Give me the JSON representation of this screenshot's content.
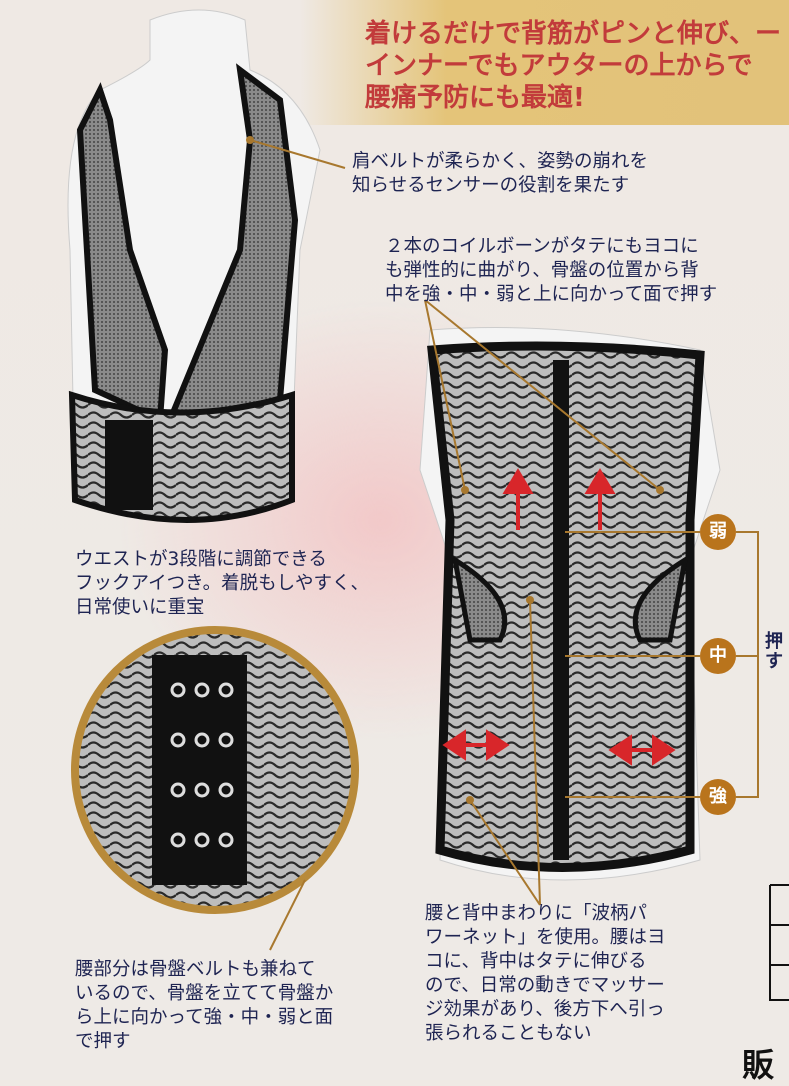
{
  "headline": {
    "lines": [
      "着けるだけで背筋がピンと伸び、ー",
      "インナーでもアウターの上からで",
      "腰痛予防にも最適!"
    ]
  },
  "captions": {
    "shoulder": [
      "肩ベルトが柔らかく、姿勢の崩れを",
      "知らせるセンサーの役割を果たす"
    ],
    "coil": [
      "２本のコイルボーンがタテにもヨコに",
      "も弾性的に曲がり、骨盤の位置から背",
      "中を強・中・弱と上に向かって面で押す"
    ],
    "waist": [
      "ウエストが3段階に調節できる",
      "フックアイつき。着脱もしやすく、",
      "日常使いに重宝"
    ],
    "pelvis": [
      "腰部分は骨盤ベルトも兼ねて",
      "いるので、骨盤を立てて骨盤か",
      "ら上に向かって強・中・弱と面",
      "で押す"
    ],
    "net": [
      "腰と背中まわりに「波柄パ",
      "ワーネット」を使用。腰はヨ",
      "コに、背中はタテに伸びる",
      "ので、日常の動きでマッサー",
      "ジ効果があり、後方下へ引っ",
      "張られることもない"
    ]
  },
  "pressure": {
    "levels": [
      "弱",
      "中",
      "強"
    ],
    "label": "押す"
  },
  "footer": {
    "partial": "販"
  },
  "colors": {
    "headline": "#c23b3b",
    "text": "#1e2452",
    "badge": "#b9741c",
    "leader": "#a8782e",
    "arrow": "#d8262a"
  }
}
